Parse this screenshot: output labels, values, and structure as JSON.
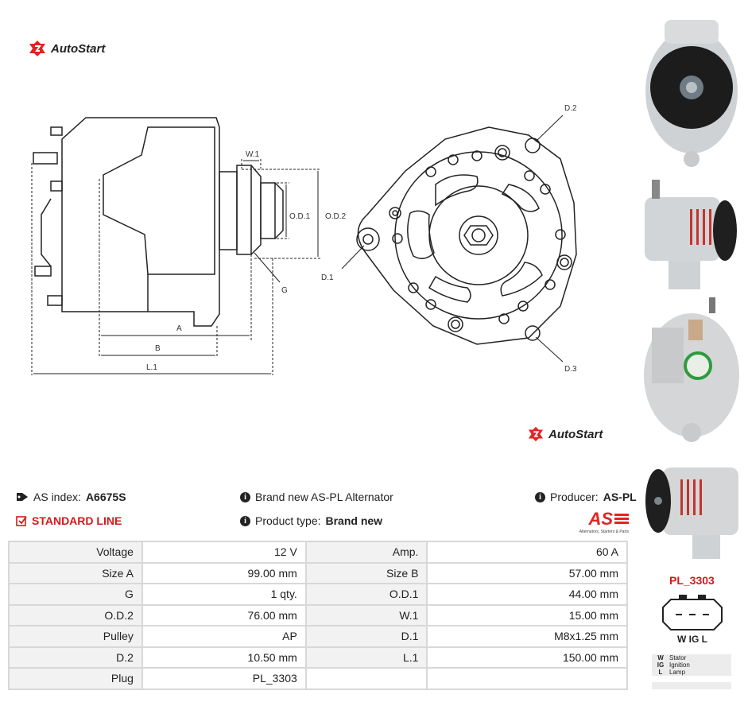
{
  "brand": {
    "name": "AutoStart",
    "color": "#e52222"
  },
  "drawing_labels": {
    "w1": "W.1",
    "od1": "O.D.1",
    "od2": "O.D.2",
    "g": "G",
    "a": "A",
    "b": "B",
    "l1": "L.1",
    "d1": "D.1",
    "d2": "D.2",
    "d3": "D.3"
  },
  "info": {
    "as_index_label": "AS index:",
    "as_index_value": "A6675S",
    "standard_line": "STANDARD LINE",
    "description": "Brand new AS-PL Alternator",
    "product_type_label": "Product type:",
    "product_type_value": "Brand new",
    "producer_label": "Producer:",
    "producer_value": "AS-PL",
    "producer_logo_text": "AS",
    "producer_logo_caption": "Alternators, Starters & Parts"
  },
  "specs": [
    [
      {
        "k": "Voltage",
        "v": "12 V"
      },
      {
        "k": "Amp.",
        "v": "60 A"
      }
    ],
    [
      {
        "k": "Size A",
        "v": "99.00 mm"
      },
      {
        "k": "Size B",
        "v": "57.00 mm"
      }
    ],
    [
      {
        "k": "G",
        "v": "1 qty."
      },
      {
        "k": "O.D.1",
        "v": "44.00 mm"
      }
    ],
    [
      {
        "k": "O.D.2",
        "v": "76.00 mm"
      },
      {
        "k": "W.1",
        "v": "15.00 mm"
      }
    ],
    [
      {
        "k": "Pulley",
        "v": "AP"
      },
      {
        "k": "D.1",
        "v": "M8x1.25 mm"
      }
    ],
    [
      {
        "k": "D.2",
        "v": "10.50 mm"
      },
      {
        "k": "L.1",
        "v": "150.00 mm"
      }
    ],
    [
      {
        "k": "Plug",
        "v": "PL_3303"
      },
      {
        "k": "",
        "v": ""
      }
    ]
  ],
  "plug": {
    "code": "PL_3303",
    "pins": "W IG L",
    "legend": [
      {
        "code": "W",
        "name": "Stator"
      },
      {
        "code": "IG",
        "name": "Ignition"
      },
      {
        "code": "L",
        "name": "Lamp"
      }
    ]
  }
}
